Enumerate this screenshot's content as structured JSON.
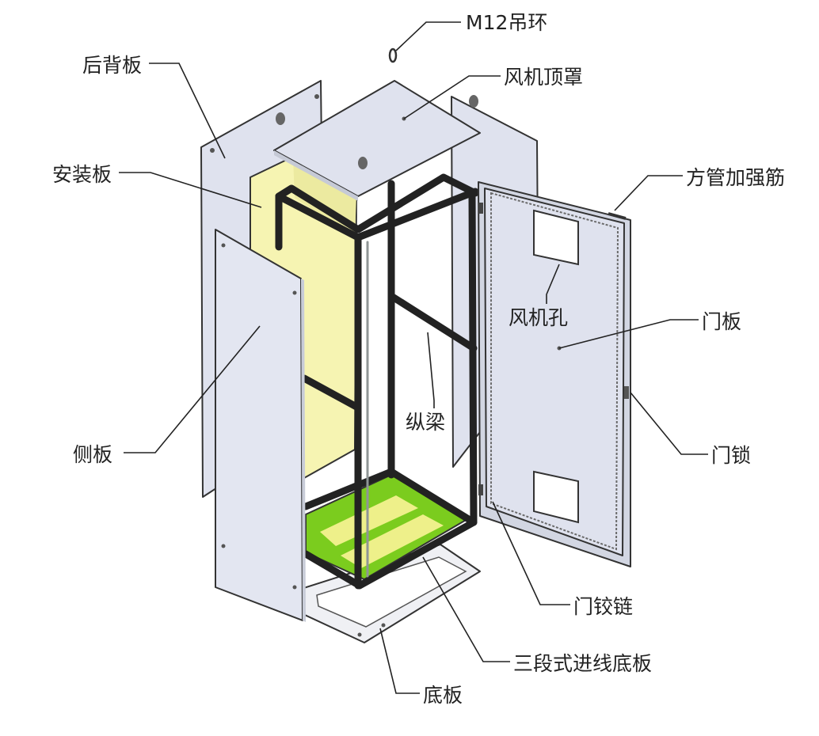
{
  "diagram": {
    "colors": {
      "panel": "#dfe2ee",
      "mounting_plate": "#f6f4b2",
      "bottom_green": "#7bcc1e",
      "bottom_yellow": "#eef08a",
      "frame": "#2a2a2a",
      "leader_line": "#222222"
    },
    "labels": {
      "lifting_eye": "M12吊环",
      "back_panel": "后背板",
      "fan_top_cover": "风机顶罩",
      "mounting_plate": "安装板",
      "square_tube_rib": "方管加强筋",
      "fan_hole": "风机孔",
      "door_panel": "门板",
      "longitudinal_beam": "纵梁",
      "side_panel": "侧板",
      "door_lock": "门锁",
      "door_hinge": "门铰链",
      "three_section_cable_entry_plate": "三段式进线底板",
      "bottom_plate": "底板"
    }
  }
}
